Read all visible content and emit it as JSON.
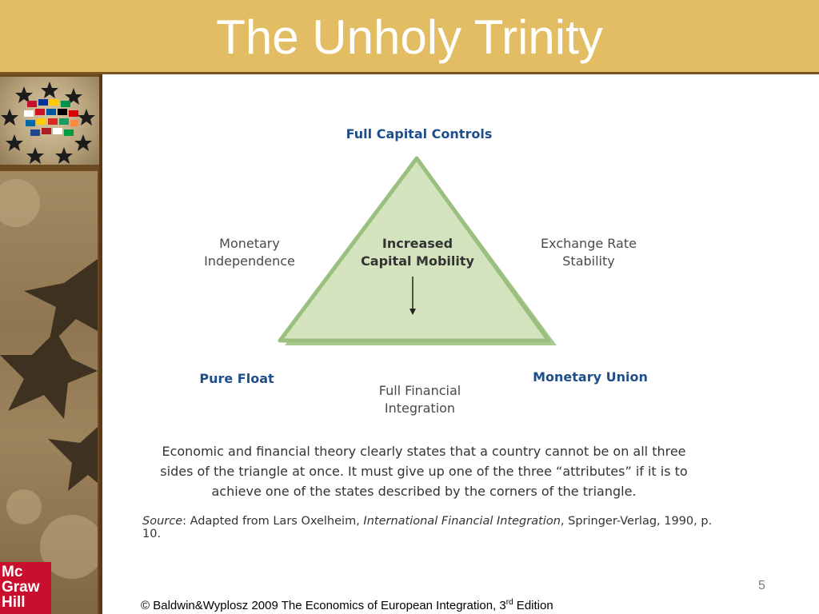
{
  "slide": {
    "title": "The Unholy Trinity",
    "page_number": "5"
  },
  "diagram": {
    "top_corner": "Full Capital Controls",
    "left_corner": "Pure Float",
    "right_corner": "Monetary Union",
    "left_side": [
      "Monetary",
      "Independence"
    ],
    "right_side": [
      "Exchange Rate",
      "Stability"
    ],
    "bottom_side": [
      "Full Financial",
      "Integration"
    ],
    "center": [
      "Increased",
      "Capital Mobility"
    ]
  },
  "caption": "Economic and financial theory clearly states that a country cannot be on all three sides of the triangle at once. It must give up one of the three “attributes” if it is to achieve one of the states described by the corners of the triangle.",
  "source": {
    "label": "Source",
    "prefix": ": Adapted from Lars Oxelheim, ",
    "work": "International Financial Integration",
    "suffix": ", Springer-Verlag, 1990, p. 10."
  },
  "footer": {
    "text": "© Baldwin&Wyplosz 2009 The Economics of European Integration, 3",
    "sup": "rd",
    "end": " Edition"
  },
  "logo": [
    "Mc",
    "Graw",
    "Hill"
  ],
  "colors": {
    "title_bar": "#e3bd63",
    "corner_label": "#1f4e8c",
    "triangle_fill": "#d3e3be",
    "triangle_stroke": "#9bbf7f"
  }
}
